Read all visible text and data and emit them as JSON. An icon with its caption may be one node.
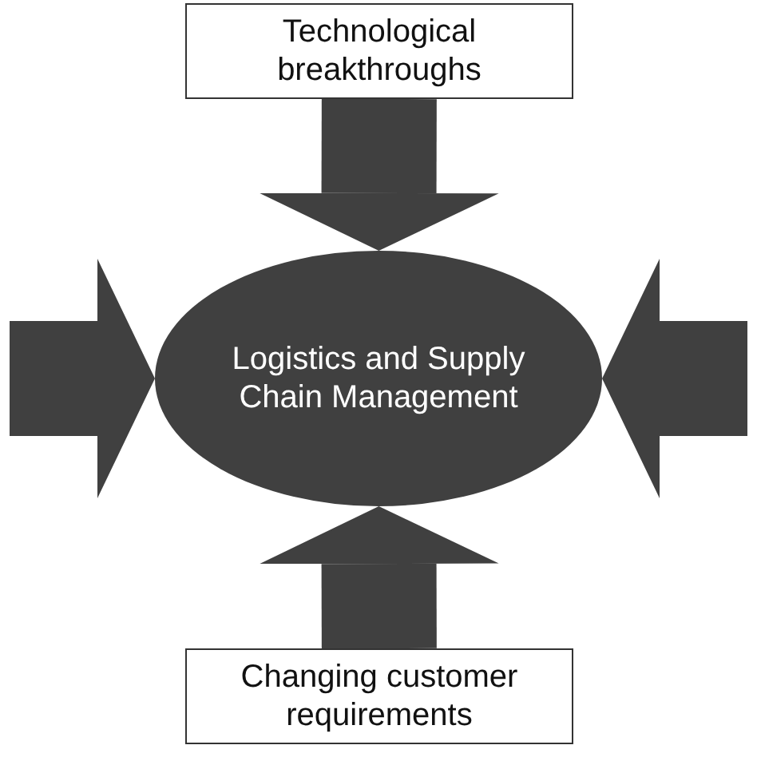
{
  "diagram": {
    "nodes": [
      {
        "text": [
          "Technological breakthroughs"
        ]
      },
      {
        "text": [
          "Logistics and Supply Chain Management"
        ]
      },
      {
        "text": [
          "Changing customer requirements"
        ]
      }
    ],
    "edges": [
      {
        "from": 0,
        "to": 1,
        "arrow": "to"
      },
      {
        "from": null,
        "to": 1,
        "arrow": "to"
      },
      {
        "from": null,
        "to": 1,
        "arrow": "to"
      },
      {
        "from": 2,
        "to": 1,
        "arrow": "to"
      }
    ]
  }
}
